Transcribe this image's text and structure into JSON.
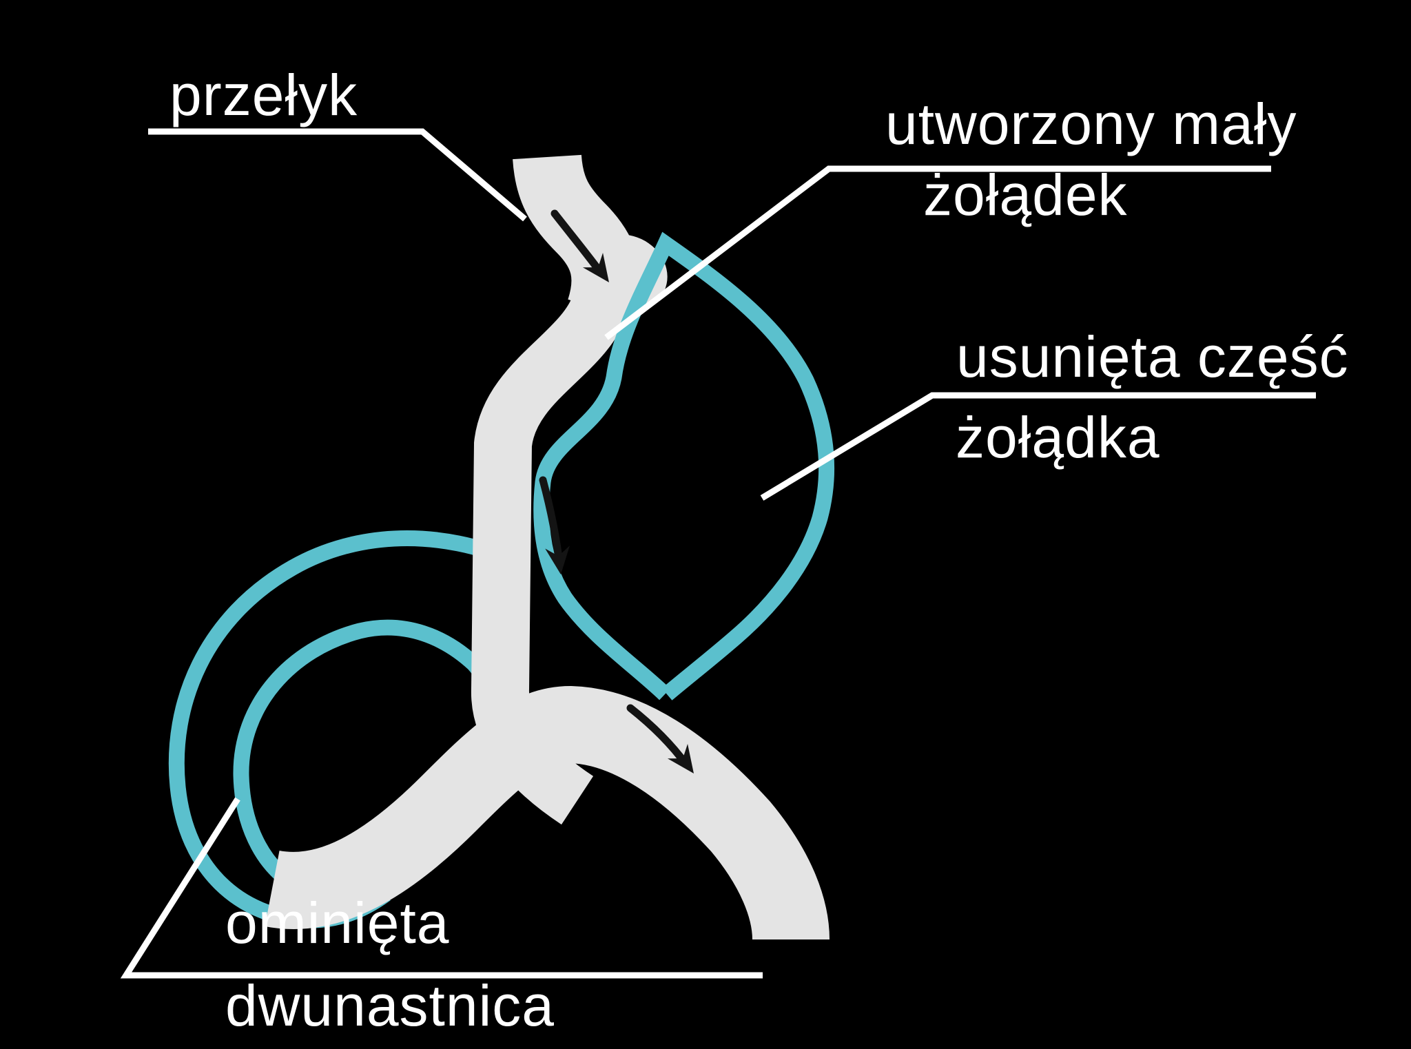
{
  "diagram": {
    "background_color": "#000000",
    "colors": {
      "organ_gray": "#e4e4e4",
      "bypass_teal": "#5bc0cd",
      "leader_white": "#ffffff",
      "arrow_black": "#141414"
    },
    "labels": {
      "esophagus": "przełyk",
      "new_small_stomach_line1": "utworzony mały",
      "new_small_stomach_line2": "żołądek",
      "removed_stomach_line1": "usunięta część",
      "removed_stomach_line2": "żołądka",
      "bypassed_duodenum_line1": "ominięta",
      "bypassed_duodenum_line2": "dwunastnica"
    }
  }
}
